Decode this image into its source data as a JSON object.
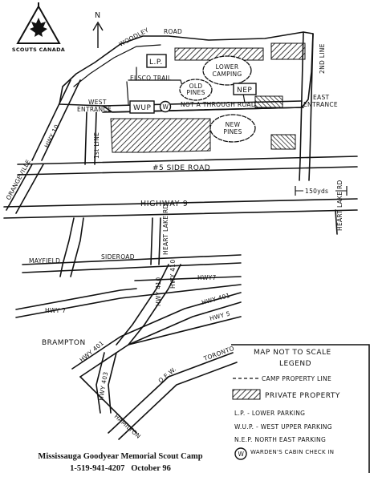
{
  "logo": {
    "text": "SCOUTS CANADA",
    "icon": "maple-leaf-tent-icon"
  },
  "north": "N",
  "roads": {
    "woodley": "WOODLEY ROAD",
    "second_line": "2ND LINE",
    "hwy10": "HWY 10",
    "first_line": "1st LINE",
    "side_road": "#5 SIDE ROAD",
    "highway9": "HIGHWAY 9",
    "orangeville": "ORANGEVILLE",
    "heart_lake_top": "HEART LAKE RD",
    "heart_lake_right": "HEART LAKE RD",
    "mayfield": "MAYFIELD",
    "sideroad": "SIDEROAD",
    "hwy7_top": "HWY7",
    "hwy7_left": "HWY 7",
    "hwy410_a": "HWY 410",
    "hwy410_b": "HWY 410",
    "hwy401_a": "HWY 401",
    "hwy401_b": "HWY 401",
    "hwy5": "HWY 5",
    "brampton": "BRAMPTON",
    "hwy403": "HWY 403",
    "qew": "Q.E.W.",
    "toronto": "TORONTO",
    "hamilton": "HAMILTON"
  },
  "camp": {
    "lp": "L.P.",
    "lower_camping": "LOWER CAMPING",
    "elsco_trail": "ELSCO TRAIL",
    "old_pines": "OLD PINES",
    "nep": "NEP",
    "wup": "WUP",
    "warden": "W",
    "not_through": "NOT A THROUGH ROAD",
    "new_pines": "NEW PINES",
    "west_entrance": "WEST ENTRANCE",
    "east_entrance": "EAST ENTRANCE"
  },
  "scale": "150yds",
  "legend": {
    "note": "MAP NOT TO SCALE",
    "title": "LEGEND",
    "items": [
      "CAMP PROPERTY LINE",
      "PRIVATE PROPERTY",
      "L.P. - LOWER PARKING",
      "W.U.P. - WEST UPPER PARKING",
      "N.E.P. NORTH EAST PARKING",
      "WARDEN'S CABIN CHECK IN"
    ],
    "warden_symbol": "W"
  },
  "footer": {
    "title": "Mississauga Goodyear Memorial Scout Camp",
    "phone": "1-519-941-4207",
    "date": "October 96"
  }
}
